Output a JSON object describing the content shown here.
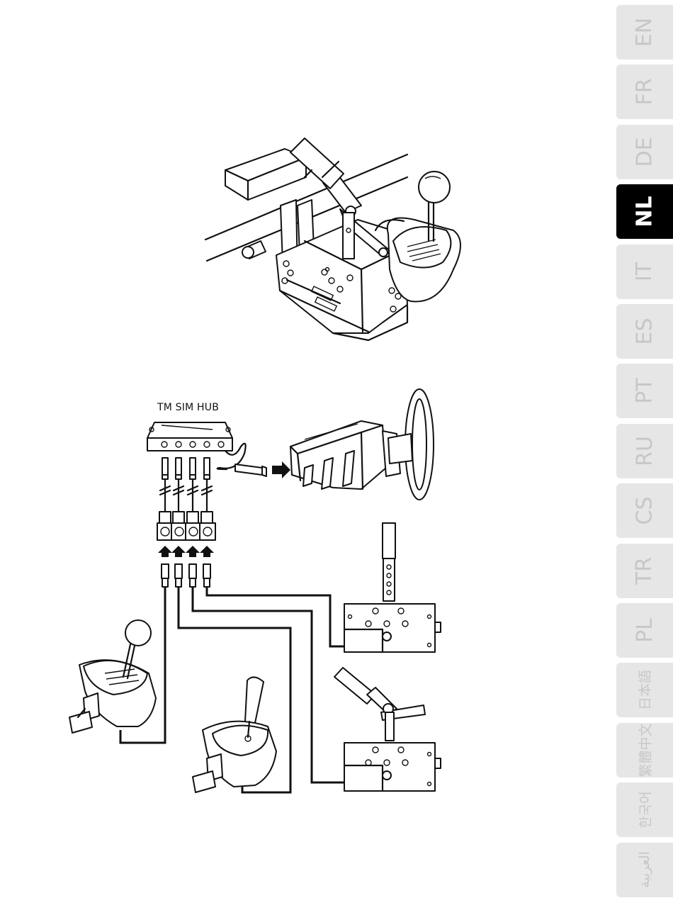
{
  "hub_label": "TM SIM HUB",
  "languages": [
    {
      "code": "EN",
      "active": false
    },
    {
      "code": "FR",
      "active": false
    },
    {
      "code": "DE",
      "active": false
    },
    {
      "code": "NL",
      "active": true
    },
    {
      "code": "IT",
      "active": false
    },
    {
      "code": "ES",
      "active": false
    },
    {
      "code": "PT",
      "active": false
    },
    {
      "code": "RU",
      "active": false
    },
    {
      "code": "CS",
      "active": false
    },
    {
      "code": "TR",
      "active": false
    },
    {
      "code": "PL",
      "active": false
    },
    {
      "code": "日本語",
      "active": false
    },
    {
      "code": "繁體中文",
      "active": false
    },
    {
      "code": "한국어",
      "active": false
    },
    {
      "code": "العربية",
      "active": false
    }
  ]
}
